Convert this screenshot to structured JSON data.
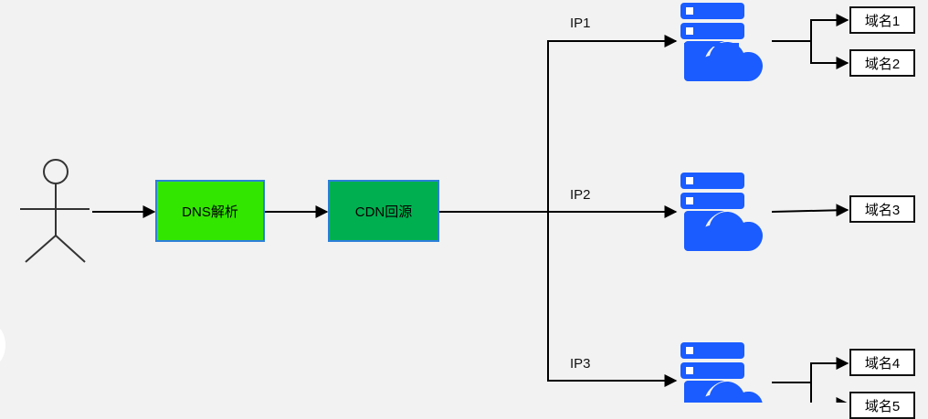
{
  "nodes": {
    "dns_label": "DNS解析",
    "cdn_label": "CDN回源"
  },
  "ip_labels": [
    "IP1",
    "IP2",
    "IP3"
  ],
  "domains": [
    "域名1",
    "域名2",
    "域名3",
    "域名4",
    "域名5"
  ],
  "colors": {
    "dns_fill": "#33e600",
    "cdn_fill": "#00b050",
    "server_blue": "#1a5cff",
    "box_border": "#2b7fd8"
  },
  "icons": [
    "user-stick-figure-icon",
    "server-cloud-icon"
  ]
}
